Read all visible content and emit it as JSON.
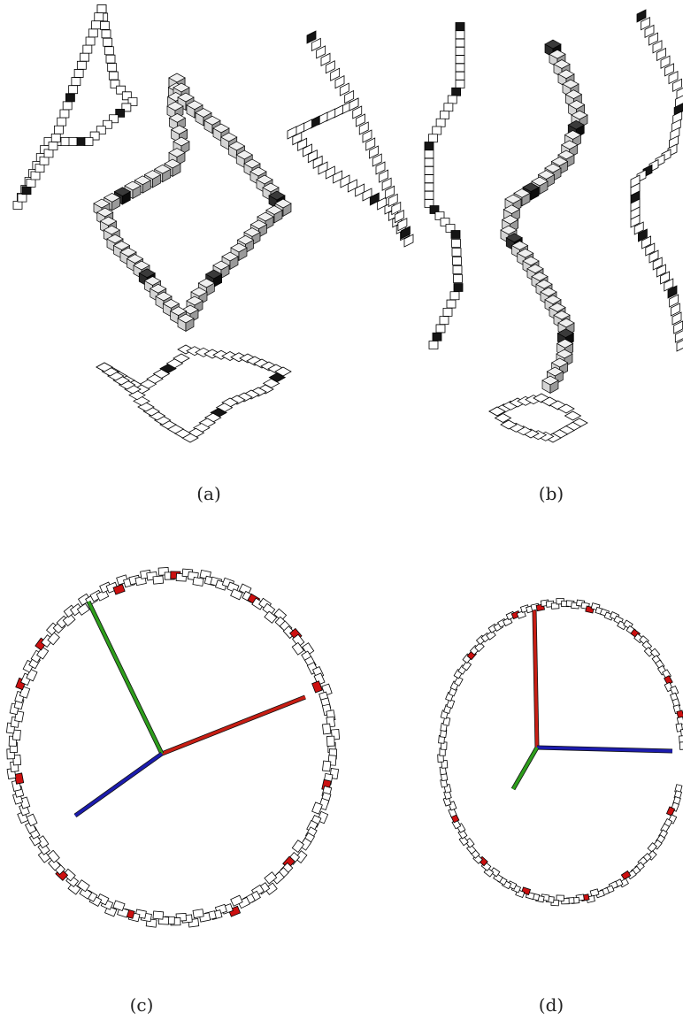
{
  "figure": {
    "panels": [
      {
        "id": "a",
        "caption": "(a)"
      },
      {
        "id": "b",
        "caption": "(b)"
      },
      {
        "id": "c",
        "caption": "(c)"
      },
      {
        "id": "d",
        "caption": "(d)"
      }
    ]
  },
  "colors": {
    "outline": "#000000",
    "cell_fill": "#ffffff",
    "voxel_top": "#f0f0f0",
    "voxel_left": "#d4d4d4",
    "voxel_right": "#9a9a9a",
    "key_dark": "#151515",
    "key_red": "#cc1010",
    "axis_red": "#c81e14",
    "axis_green": "#2e9e1c",
    "axis_blue": "#1c1cae"
  }
}
